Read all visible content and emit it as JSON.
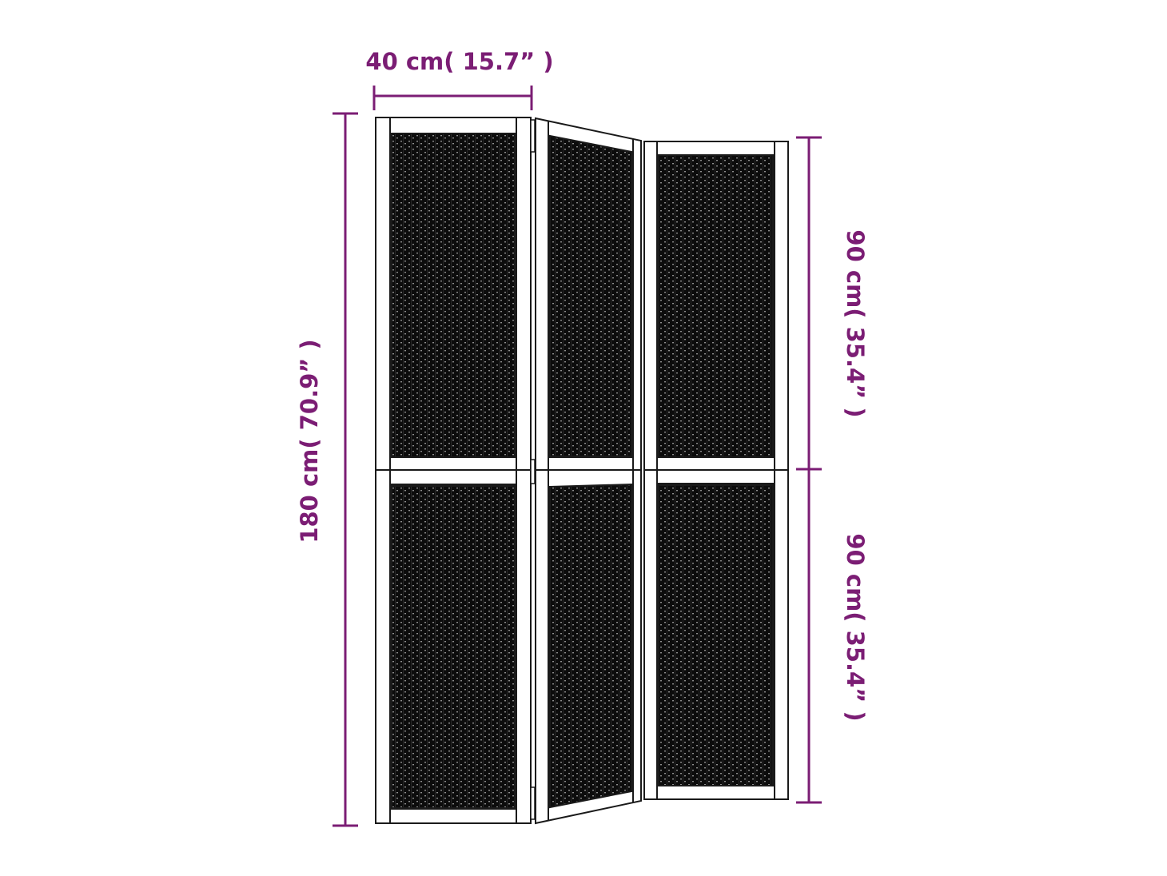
{
  "colors": {
    "dimension": "#7b1d74",
    "frame": "#1a1a1a",
    "panel_fill": "#0c0c0c",
    "weave_light": "#9a9a9a",
    "background": "#ffffff"
  },
  "dimensions": {
    "width_label": "40 cm( 15.7” )",
    "height_label": "180 cm( 70.9” )",
    "upper_section_label": "90 cm( 35.4” )",
    "lower_section_label": "90 cm( 35.4” )"
  }
}
